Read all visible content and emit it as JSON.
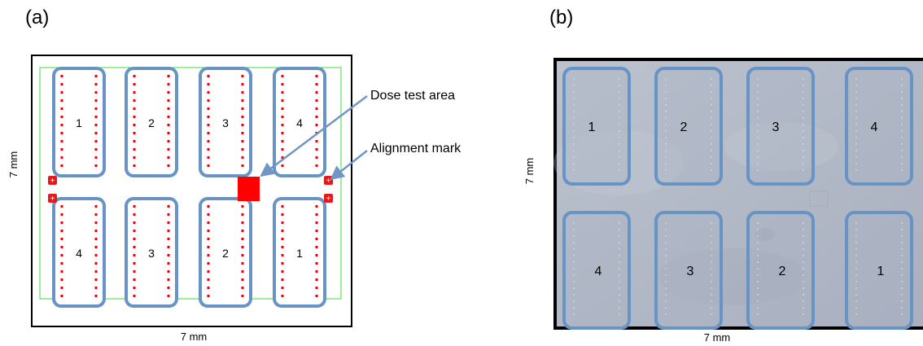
{
  "panel_a": {
    "label": "(a)",
    "height_label": "7 mm",
    "width_label": "7 mm",
    "top_row_numbers": [
      "1",
      "2",
      "3",
      "4"
    ],
    "bottom_row_numbers": [
      "4",
      "3",
      "2",
      "1"
    ],
    "annotations": {
      "dose_test": "Dose test area",
      "alignment": "Alignment mark"
    }
  },
  "panel_b": {
    "label": "(b)",
    "height_label": "7 mm",
    "width_label": "7 mm",
    "top_row_numbers": [
      "1",
      "2",
      "3",
      "4"
    ],
    "bottom_row_numbers": [
      "4",
      "3",
      "2",
      "1"
    ]
  },
  "colors": {
    "region_outline": "#6794c4",
    "dash_red": "#e8000c",
    "frame_green": "#3ddc3d",
    "arrow": "#6f96c6",
    "alignment_red": "#e31b1b",
    "micrograph": "#b3bac6"
  }
}
